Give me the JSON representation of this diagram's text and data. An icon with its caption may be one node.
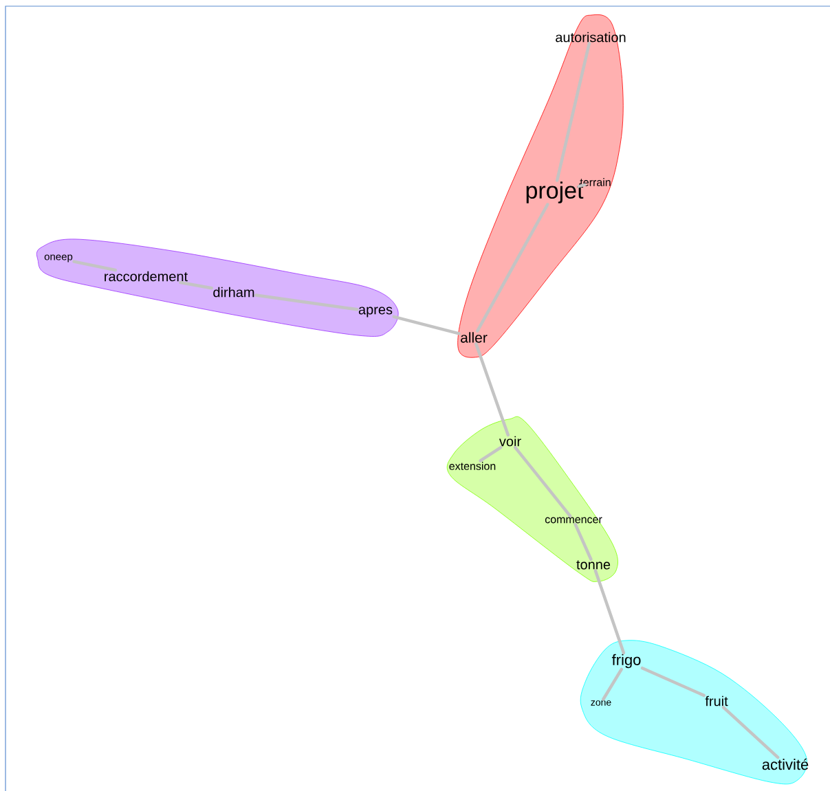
{
  "diagram": {
    "nodes": [
      {
        "text": [],
        "shape": "blob"
      },
      {
        "text": [
          "autorisation"
        ],
        "in": 0
      },
      {
        "text": [
          "projet"
        ],
        "in": 0
      },
      {
        "text": [
          "terrain"
        ],
        "in": 0
      },
      {
        "text": [
          "aller"
        ],
        "in": 0
      },
      {
        "text": [],
        "shape": "blob"
      },
      {
        "text": [
          "oneep"
        ],
        "in": 5
      },
      {
        "text": [
          "raccordement"
        ],
        "in": 5
      },
      {
        "text": [
          "dirham"
        ],
        "in": 5
      },
      {
        "text": [
          "apres"
        ],
        "in": 5
      },
      {
        "text": [],
        "shape": "blob"
      },
      {
        "text": [
          "voir"
        ],
        "in": 10
      },
      {
        "text": [
          "extension"
        ],
        "in": 10
      },
      {
        "text": [
          "commencer"
        ],
        "in": 10
      },
      {
        "text": [
          "tonne"
        ],
        "in": 10
      },
      {
        "text": [],
        "shape": "blob"
      },
      {
        "text": [
          "frigo"
        ],
        "in": 15
      },
      {
        "text": [
          "zone"
        ],
        "in": 15
      },
      {
        "text": [
          "fruit"
        ],
        "in": 15
      },
      {
        "text": [
          "activité"
        ],
        "in": 15
      }
    ],
    "edges": [
      {
        "from": 1,
        "to": 2,
        "arrow": "none"
      },
      {
        "from": 2,
        "to": 3,
        "arrow": "none"
      },
      {
        "from": 2,
        "to": 4,
        "arrow": "none"
      },
      {
        "from": 4,
        "to": 9,
        "arrow": "none"
      },
      {
        "from": 9,
        "to": 8,
        "arrow": "none"
      },
      {
        "from": 8,
        "to": 7,
        "arrow": "none"
      },
      {
        "from": 7,
        "to": 6,
        "arrow": "none"
      },
      {
        "from": 4,
        "to": 11,
        "arrow": "none"
      },
      {
        "from": 11,
        "to": 12,
        "arrow": "none"
      },
      {
        "from": 11,
        "to": 13,
        "arrow": "none"
      },
      {
        "from": 13,
        "to": 14,
        "arrow": "none"
      },
      {
        "from": 14,
        "to": 16,
        "arrow": "none"
      },
      {
        "from": 16,
        "to": 17,
        "arrow": "none"
      },
      {
        "from": 16,
        "to": 18,
        "arrow": "none"
      },
      {
        "from": 18,
        "to": 19,
        "arrow": "none"
      }
    ]
  }
}
